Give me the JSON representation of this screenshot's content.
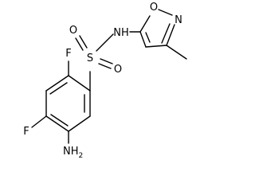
{
  "atoms": {
    "F1": "F",
    "F2": "F",
    "S": "S",
    "O1": "O",
    "O2": "O",
    "NH": "NH",
    "N_ring": "N",
    "O_ring": "O",
    "NH2_main": "NH",
    "NH2_sub": "2"
  }
}
